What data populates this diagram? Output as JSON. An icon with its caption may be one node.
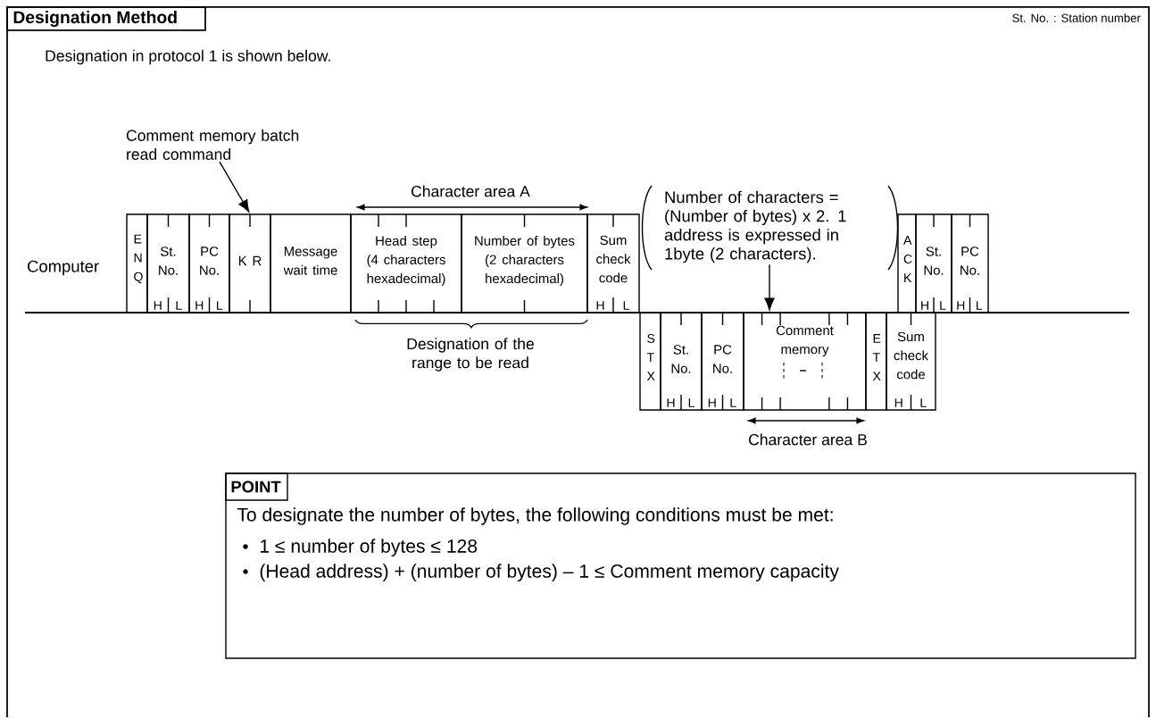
{
  "diagram": {
    "title": "Designation Method",
    "nodes": [
      {
        "text": [
          "Comment memory batch read command"
        ]
      },
      {
        "text": [
          "E N Q"
        ]
      },
      {
        "text": [
          "St. No.",
          "H",
          "L"
        ]
      },
      {
        "text": [
          "PC No.",
          "H",
          "L"
        ]
      },
      {
        "text": [
          "K R"
        ]
      },
      {
        "text": [
          "Message wait time"
        ]
      },
      {
        "text": [
          "Head step (4 characters hexadecimal)"
        ]
      },
      {
        "text": [
          "Number of bytes (2 characters hexadecimal)"
        ]
      },
      {
        "text": [
          "Sum check code",
          "H",
          "L"
        ]
      },
      {
        "text": [
          "Number of characters = (Number of bytes) x 2. 1 address is expressed in 1byte (2 characters)."
        ]
      },
      {
        "text": [
          "A C K"
        ]
      },
      {
        "text": [
          "St. No.",
          "H",
          "L"
        ]
      },
      {
        "text": [
          "PC No.",
          "H",
          "L"
        ]
      },
      {
        "text": [
          "S T X"
        ]
      },
      {
        "text": [
          "St. No.",
          "H",
          "L"
        ]
      },
      {
        "text": [
          "PC No.",
          "H",
          "L"
        ]
      },
      {
        "text": [
          "Comment memory"
        ]
      },
      {
        "text": [
          "E T X"
        ]
      },
      {
        "text": [
          "Sum check code",
          "H",
          "L"
        ]
      },
      {
        "text": [
          "POINT",
          "To designate the number of bytes, the following conditions must be met:",
          "1 ≤ number of bytes ≤ 128",
          "(Head address) + (number of bytes) – 1 ≤ Comment memory capacity"
        ]
      }
    ],
    "edges": [
      {
        "from": 0,
        "to": 4,
        "arrow": "to"
      },
      {
        "from": 9,
        "to": 16,
        "arrow": "to"
      }
    ],
    "labels": [
      "St. No. : Station number",
      "Designation in protocol 1 is shown below.",
      "Computer",
      "Character area A",
      "Designation of the range to be read",
      "Character area B"
    ]
  }
}
